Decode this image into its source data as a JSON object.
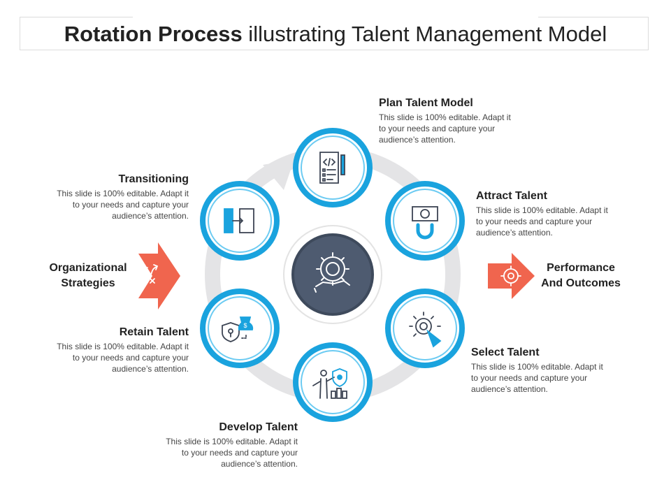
{
  "title": {
    "bold": "Rotation Process",
    "rest": " illustrating Talent Management Model"
  },
  "input_label": "Organizational Strategies",
  "output_label": "Performance And Outcomes",
  "center_icon": "gear-bulb-hand-icon",
  "colors": {
    "ring": "#1AA3DE",
    "ring_light": "#6CCBF2",
    "track": "#E4E4E6",
    "arrow": "#F0654E",
    "center": "#4E5B70",
    "icon": "#3C4453"
  },
  "steps": [
    {
      "id": "plan",
      "heading": "Plan Talent Model",
      "description": "This slide is 100% editable. Adapt it to your needs and capture your audience’s attention.",
      "icon": "document-code-icon"
    },
    {
      "id": "attract",
      "heading": "Attract Talent",
      "description": "This slide is 100% editable. Adapt it to your needs and capture your audience’s attention.",
      "icon": "money-magnet-icon"
    },
    {
      "id": "select",
      "heading": "Select Talent",
      "description": "This slide is 100% editable. Adapt it to your needs and capture your audience’s attention.",
      "icon": "target-click-icon"
    },
    {
      "id": "develop",
      "heading": "Develop Talent",
      "description": "This slide is 100% editable. Adapt it to your needs and capture your audience’s attention.",
      "icon": "presenter-growth-icon"
    },
    {
      "id": "retain",
      "heading": "Retain Talent",
      "description": "This slide is 100% editable. Adapt it to your needs and capture your audience’s attention.",
      "icon": "shield-moneybag-icon"
    },
    {
      "id": "transition",
      "heading": "Transitioning",
      "description": "This slide is 100% editable. Adapt it to your needs and capture your audience’s attention.",
      "icon": "door-exit-icon"
    }
  ]
}
